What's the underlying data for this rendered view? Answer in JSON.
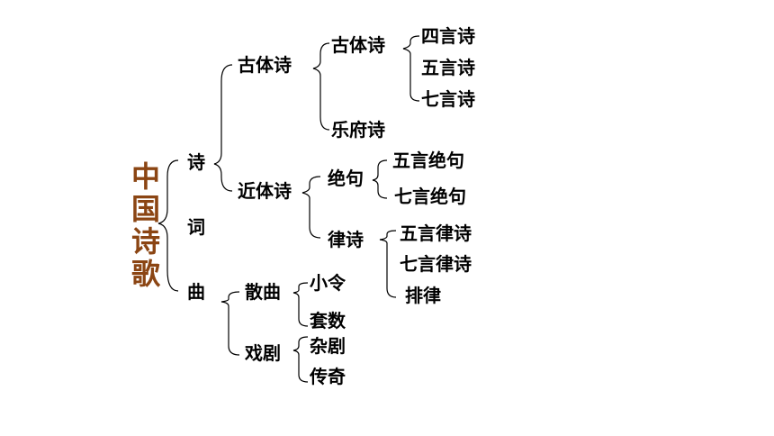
{
  "diagram": {
    "root": {
      "label": "中国诗歌",
      "color": "#8b4513"
    },
    "shi": {
      "label": "诗",
      "guti": {
        "label": "古体诗",
        "sub_guti": {
          "label": "古体诗",
          "children": [
            "四言诗",
            "五言诗",
            "七言诗"
          ]
        },
        "yuefu": {
          "label": "乐府诗"
        }
      },
      "jinti": {
        "label": "近体诗",
        "jueju": {
          "label": "绝句",
          "children": [
            "五言绝句",
            "七言绝句"
          ]
        },
        "lvshi": {
          "label": "律诗",
          "children": [
            "五言律诗",
            "七言律诗",
            "排律"
          ]
        }
      }
    },
    "ci": {
      "label": "词"
    },
    "qu": {
      "label": "曲",
      "sanqu": {
        "label": "散曲",
        "children": [
          "小令",
          "套数"
        ]
      },
      "xiju": {
        "label": "戏剧",
        "children": [
          "杂剧",
          "传奇"
        ]
      }
    }
  }
}
